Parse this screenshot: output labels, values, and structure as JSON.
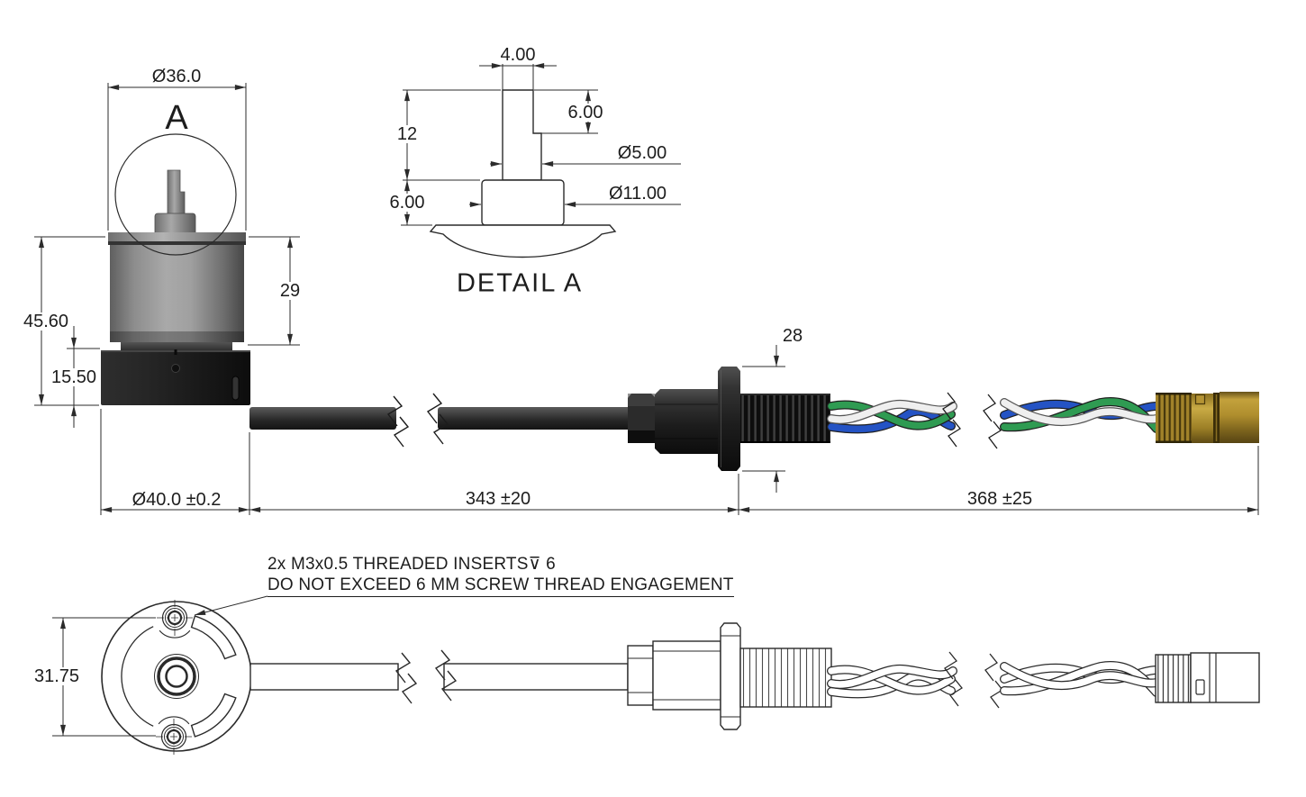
{
  "views": {
    "detail_callout_label": "A",
    "detail_title": "DETAIL A"
  },
  "dimensions": {
    "housing_diameter": "Ø36.0",
    "housing_height": "29",
    "overall_height": "45.60",
    "base_height": "15.50",
    "base_diameter": "Ø40.0 ±0.2",
    "cable_length": "343 ±20",
    "lead_length": "368 ±25",
    "gland_flange": "28",
    "shaft_flat_width": "4.00",
    "shaft_flat_length": "6.00",
    "shaft_length": "12",
    "shaft_diameter": "Ø5.00",
    "boss_diameter": "Ø11.00",
    "boss_height": "6.00",
    "mounting_hole_spacing": "31.75"
  },
  "notes": {
    "inserts_line1": "2x M3x0.5 THREADED INSERTS⊽ 6",
    "inserts_line2": "DO NOT EXCEED 6 MM SCREW THREAD ENGAGEMENT"
  },
  "colors": {
    "wire_green": "#2f9b52",
    "wire_white": "#efefef",
    "wire_blue": "#2453c4",
    "connector_gold": "#ab8b2c",
    "housing_gray": "#9a9a9a",
    "base_black": "#1c1c1c",
    "line_ink": "#2b2b2b"
  }
}
